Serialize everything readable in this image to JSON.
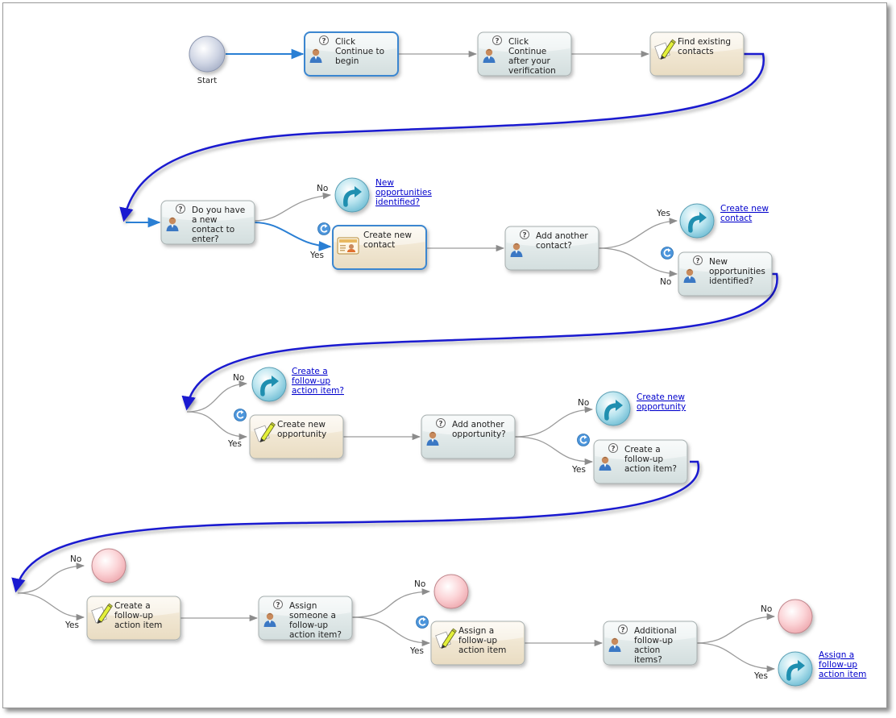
{
  "start": {
    "label": "Start"
  },
  "nodes": {
    "n1": {
      "label": "Click\nContinue to\nbegin",
      "kind": "user-step",
      "selected": true
    },
    "n2": {
      "label": "Click\nContinue\nafter your\nverification",
      "kind": "user-step"
    },
    "n3": {
      "label": "Find existing\ncontacts",
      "kind": "task"
    },
    "n4": {
      "label": "Do you have\na new\ncontact to\nenter?",
      "kind": "user-step"
    },
    "n5": {
      "label": "Create new\ncontact",
      "kind": "contact-form",
      "selected": true
    },
    "n6": {
      "label": "Add another\ncontact?",
      "kind": "user-step"
    },
    "n7": {
      "label": "New\nopportunities\nidentified?",
      "kind": "user-step"
    },
    "n8": {
      "label": "Create new\nopportunity",
      "kind": "task"
    },
    "n9": {
      "label": "Add another\nopportunity?",
      "kind": "user-step"
    },
    "n10": {
      "label": "Create a\nfollow-up\naction item?",
      "kind": "user-step"
    },
    "n11": {
      "label": "Create a\nfollow-up\naction item",
      "kind": "task"
    },
    "n12": {
      "label": "Assign\nsomeone a\nfollow-up\naction item?",
      "kind": "user-step"
    },
    "n13": {
      "label": "Assign a\nfollow-up\naction item",
      "kind": "task"
    },
    "n14": {
      "label": "Additional\nfollow-up\naction\nitems?",
      "kind": "user-step"
    }
  },
  "gotos": {
    "g1": {
      "label": "New\nopportunities\nidentified?"
    },
    "g2": {
      "label": "Create new\ncontact"
    },
    "g3": {
      "label": "Create a\nfollow-up\naction item?"
    },
    "g4": {
      "label": "Create new\nopportunity"
    },
    "g5": {
      "label": "Assign a\nfollow-up\naction item"
    }
  },
  "branches": {
    "b1": "No",
    "b2": "Yes",
    "b3": "Yes",
    "b4": "No",
    "b5": "No",
    "b6": "Yes",
    "b7": "No",
    "b8": "Yes",
    "b9": "No",
    "b10": "Yes",
    "b11": "No",
    "b12": "Yes",
    "b13": "No",
    "b14": "Yes"
  },
  "colors": {
    "user_step_fill": "#dfe8e8",
    "task_fill": "#f0e6d2",
    "node_border": "#a8b0b0",
    "selected_border": "#3a86d0",
    "flow_line": "#999999",
    "selected_flow": "#2a7fd4",
    "wrap_line": "#1a1ad0",
    "end_fill": "#f7c4c8",
    "goto_fill": "#8fd0e0",
    "start_fill": "#c9d0e0"
  }
}
